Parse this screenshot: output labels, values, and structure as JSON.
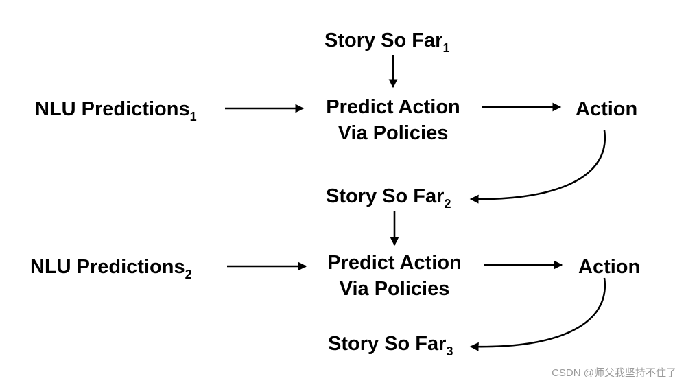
{
  "stage1": {
    "story": {
      "text": "Story So Far",
      "sub": "1"
    },
    "nlu": {
      "text": "NLU Predictions",
      "sub": "1"
    },
    "predict": {
      "line1": "Predict Action",
      "line2": "Via Policies"
    },
    "action": "Action"
  },
  "stage2": {
    "story": {
      "text": "Story So Far",
      "sub": "2"
    },
    "nlu": {
      "text": "NLU Predictions",
      "sub": "2"
    },
    "predict": {
      "line1": "Predict Action",
      "line2": "Via Policies"
    },
    "action": "Action"
  },
  "stage3": {
    "story": {
      "text": "Story So Far",
      "sub": "3"
    }
  },
  "watermark": "CSDN @师父我坚持不住了"
}
